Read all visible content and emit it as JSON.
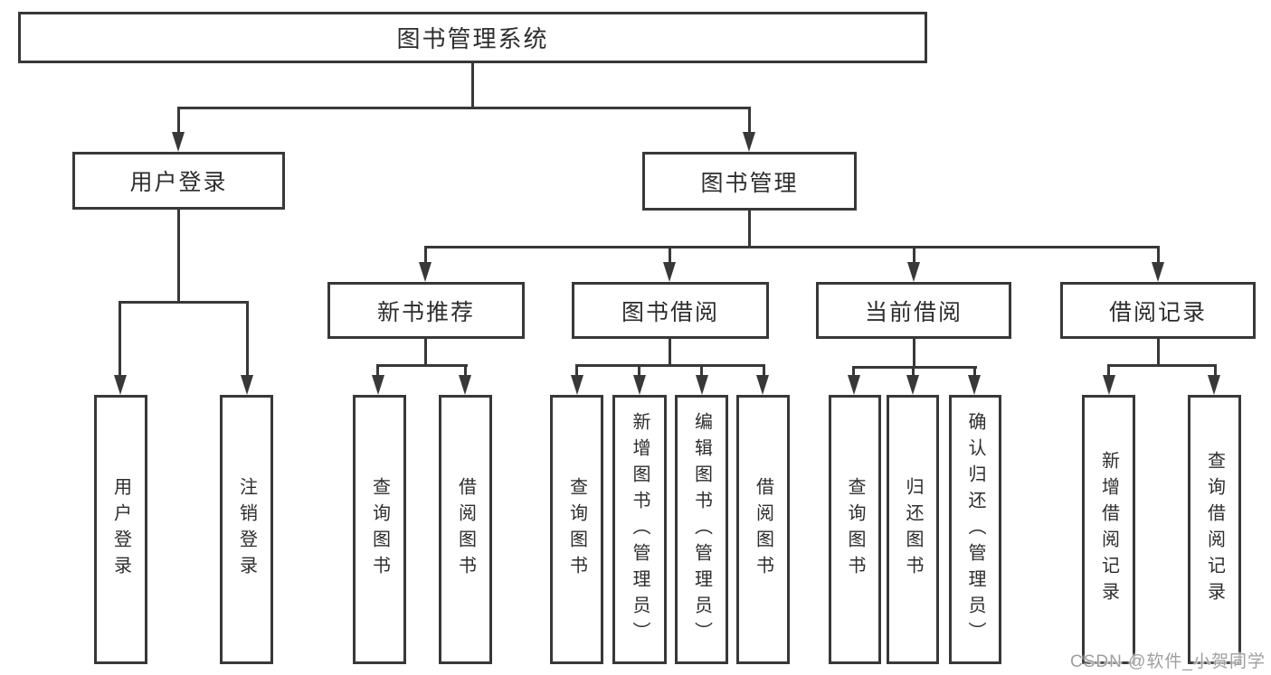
{
  "diagram": {
    "title": "图书管理系统",
    "watermark": "CSDN @软件_小贺同学",
    "colors": {
      "line": "#383838",
      "box_background": "#ffffff",
      "text": "#2d2d2d",
      "watermark_text": "#9f9f9f"
    },
    "nodes": {
      "root": {
        "label": "图书管理系统"
      },
      "user_login": {
        "label": "用户登录"
      },
      "book_management": {
        "label": "图书管理"
      },
      "new_book_recommend": {
        "label": "新书推荐"
      },
      "book_borrow": {
        "label": "图书借阅"
      },
      "current_borrow": {
        "label": "当前借阅"
      },
      "borrow_record": {
        "label": "借阅记录"
      },
      "leaves": [
        {
          "label": "用户登录"
        },
        {
          "label": "注销登录"
        },
        {
          "label": "查询图书"
        },
        {
          "label": "借阅图书"
        },
        {
          "label": "查询图书"
        },
        {
          "label": "新增图书（管理员）"
        },
        {
          "label": "编辑图书（管理员）"
        },
        {
          "label": "借阅图书"
        },
        {
          "label": "查询图书"
        },
        {
          "label": "归还图书"
        },
        {
          "label": "确认归还（管理员）"
        },
        {
          "label": "新增借阅记录"
        },
        {
          "label": "查询借阅记录"
        }
      ]
    },
    "hierarchy": {
      "图书管理系统": [
        "用户登录",
        "图书管理"
      ],
      "用户登录": [
        "用户登录",
        "注销登录"
      ],
      "图书管理": [
        "新书推荐",
        "图书借阅",
        "当前借阅",
        "借阅记录"
      ],
      "新书推荐": [
        "查询图书",
        "借阅图书"
      ],
      "图书借阅": [
        "查询图书",
        "新增图书（管理员）",
        "编辑图书（管理员）",
        "借阅图书"
      ],
      "当前借阅": [
        "查询图书",
        "归还图书",
        "确认归还（管理员）"
      ],
      "借阅记录": [
        "新增借阅记录",
        "查询借阅记录"
      ]
    }
  }
}
